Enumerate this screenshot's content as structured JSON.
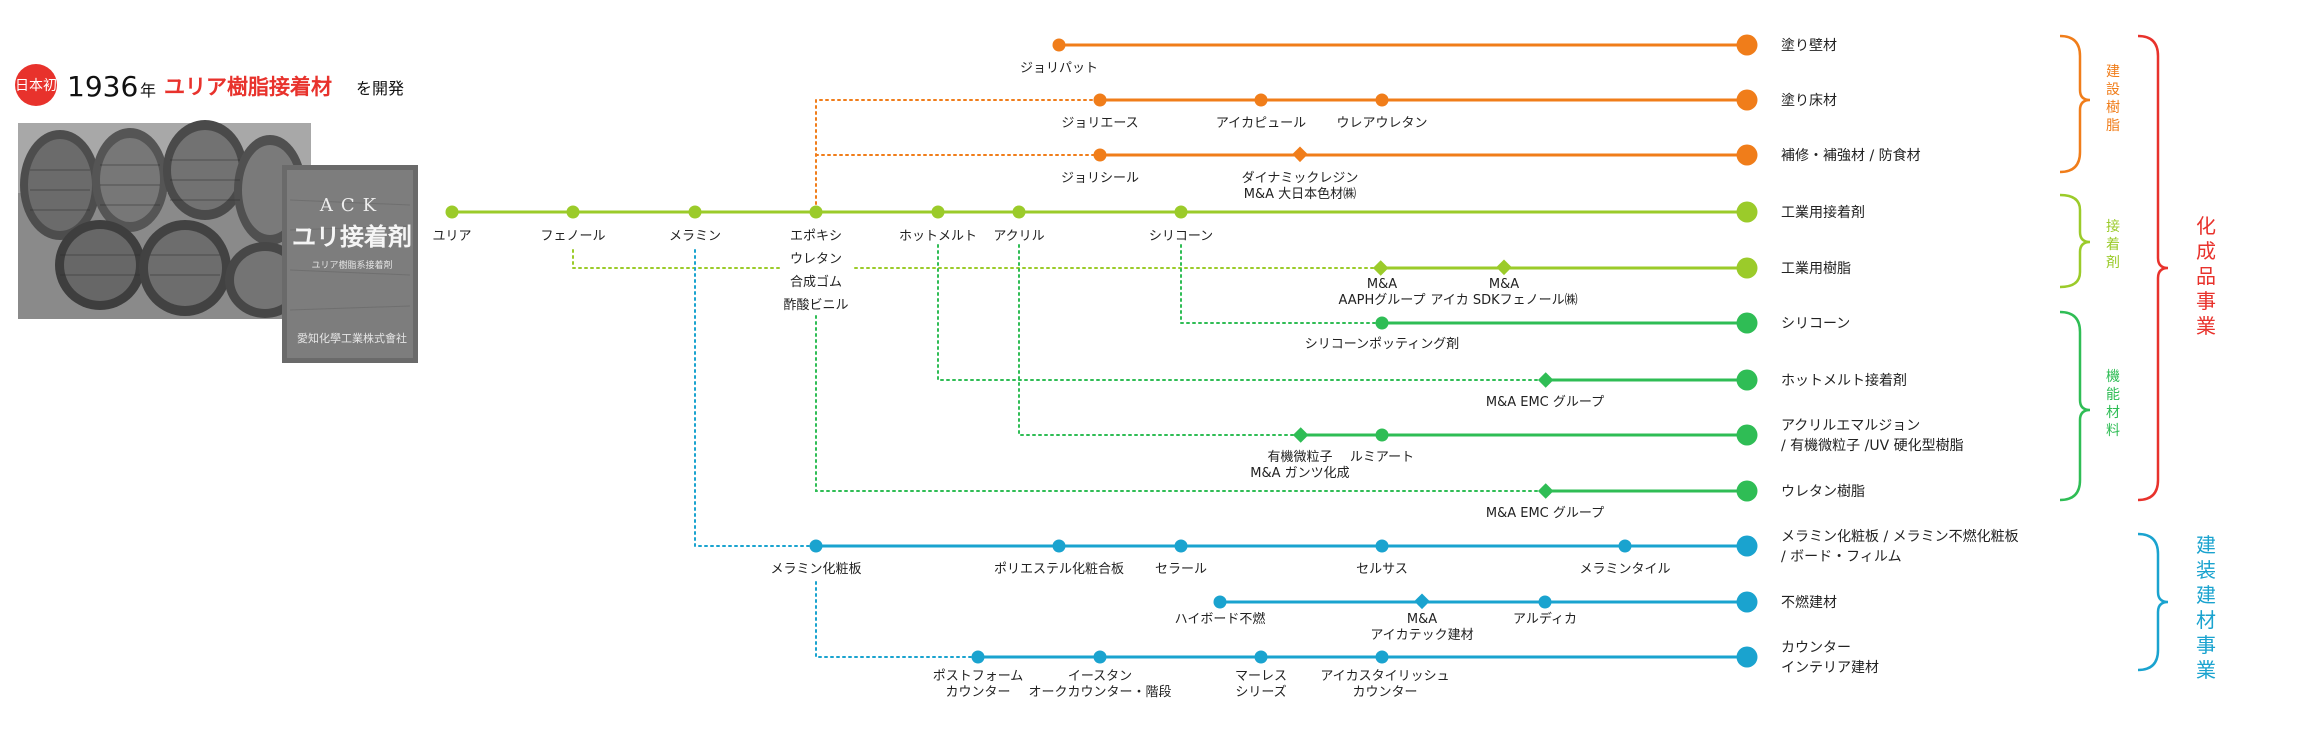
{
  "colors": {
    "orange": "#f07d1a",
    "lime": "#9bcb2a",
    "green": "#2fbd55",
    "blue": "#1aa3cf",
    "red": "#e8322c"
  },
  "header": {
    "badge": "日本初",
    "year": "1936",
    "year_suffix": "年",
    "product": "ユリア樹脂接着材",
    "suffix": "を開発"
  },
  "photo": {
    "box_brand": "ACK",
    "box_title": "ユリ接着剤",
    "box_sub": "ユリア樹脂系接着剤",
    "box_maker": "愛知化學工業株式會社"
  },
  "trunk": {
    "labels": [
      "ユリア",
      "フェノール",
      "メラミン",
      "エポキシ",
      "ホットメルト",
      "アクリル",
      "シリコーン"
    ],
    "epoxy_extra": [
      "ウレタン",
      "合成ゴム",
      "酢酸ビニル"
    ]
  },
  "lines": {
    "l1": {
      "end": "塗り壁材",
      "nodes": [
        "ジョリパット"
      ]
    },
    "l2": {
      "end": "塗り床材",
      "nodes": [
        "ジョリエース",
        "アイカピュール",
        "ウレアウレタン"
      ]
    },
    "l3": {
      "end": "補修・補強材 / 防食材",
      "nodes": [
        "ジョリシール",
        "ダイナミックレジン",
        "M&A 大日本色材㈱"
      ]
    },
    "l4": {
      "end": "工業用接着剤"
    },
    "l5": {
      "end": "工業用樹脂",
      "nodes": [
        "M&A",
        "AAPHグループ",
        "M&A",
        "アイカ SDKフェノール㈱"
      ]
    },
    "l6": {
      "end": "シリコーン",
      "nodes": [
        "シリコーンポッティング剤"
      ]
    },
    "l7": {
      "end": "ホットメルト接着剤",
      "nodes": [
        "M&A EMC グループ"
      ]
    },
    "l8": {
      "end1": "アクリルエマルジョン",
      "end2": "/ 有機微粒子 /UV 硬化型樹脂",
      "nodes": [
        "有機微粒子",
        "M&A ガンツ化成",
        "ルミアート"
      ]
    },
    "l9": {
      "end": "ウレタン樹脂",
      "nodes": [
        "M&A EMC グループ"
      ]
    },
    "l10": {
      "end1": "メラミン化粧板 / メラミン不燃化粧板",
      "end2": "/ ボード・フィルム",
      "nodes": [
        "メラミン化粧板",
        "ポリエステル化粧合板",
        "セラール",
        "セルサス",
        "メラミンタイル"
      ]
    },
    "l11": {
      "end": "不燃建材",
      "nodes": [
        "ハイボード不燃",
        "M&A",
        "アイカテック建材",
        "アルディカ"
      ]
    },
    "l12": {
      "end1": "カウンター",
      "end2": "インテリア建材",
      "nodes": [
        "ポストフォーム",
        "カウンター",
        "イースタン",
        "オークカウンター・階段",
        "マーレス",
        "シリーズ",
        "アイカスタイリッシュ",
        "カウンター"
      ]
    }
  },
  "categories": {
    "construction_resin": "建設樹脂",
    "adhesive": "接着剤",
    "functional": "機能材料",
    "chemical": "化成品事業",
    "building": "建装建材事業"
  }
}
